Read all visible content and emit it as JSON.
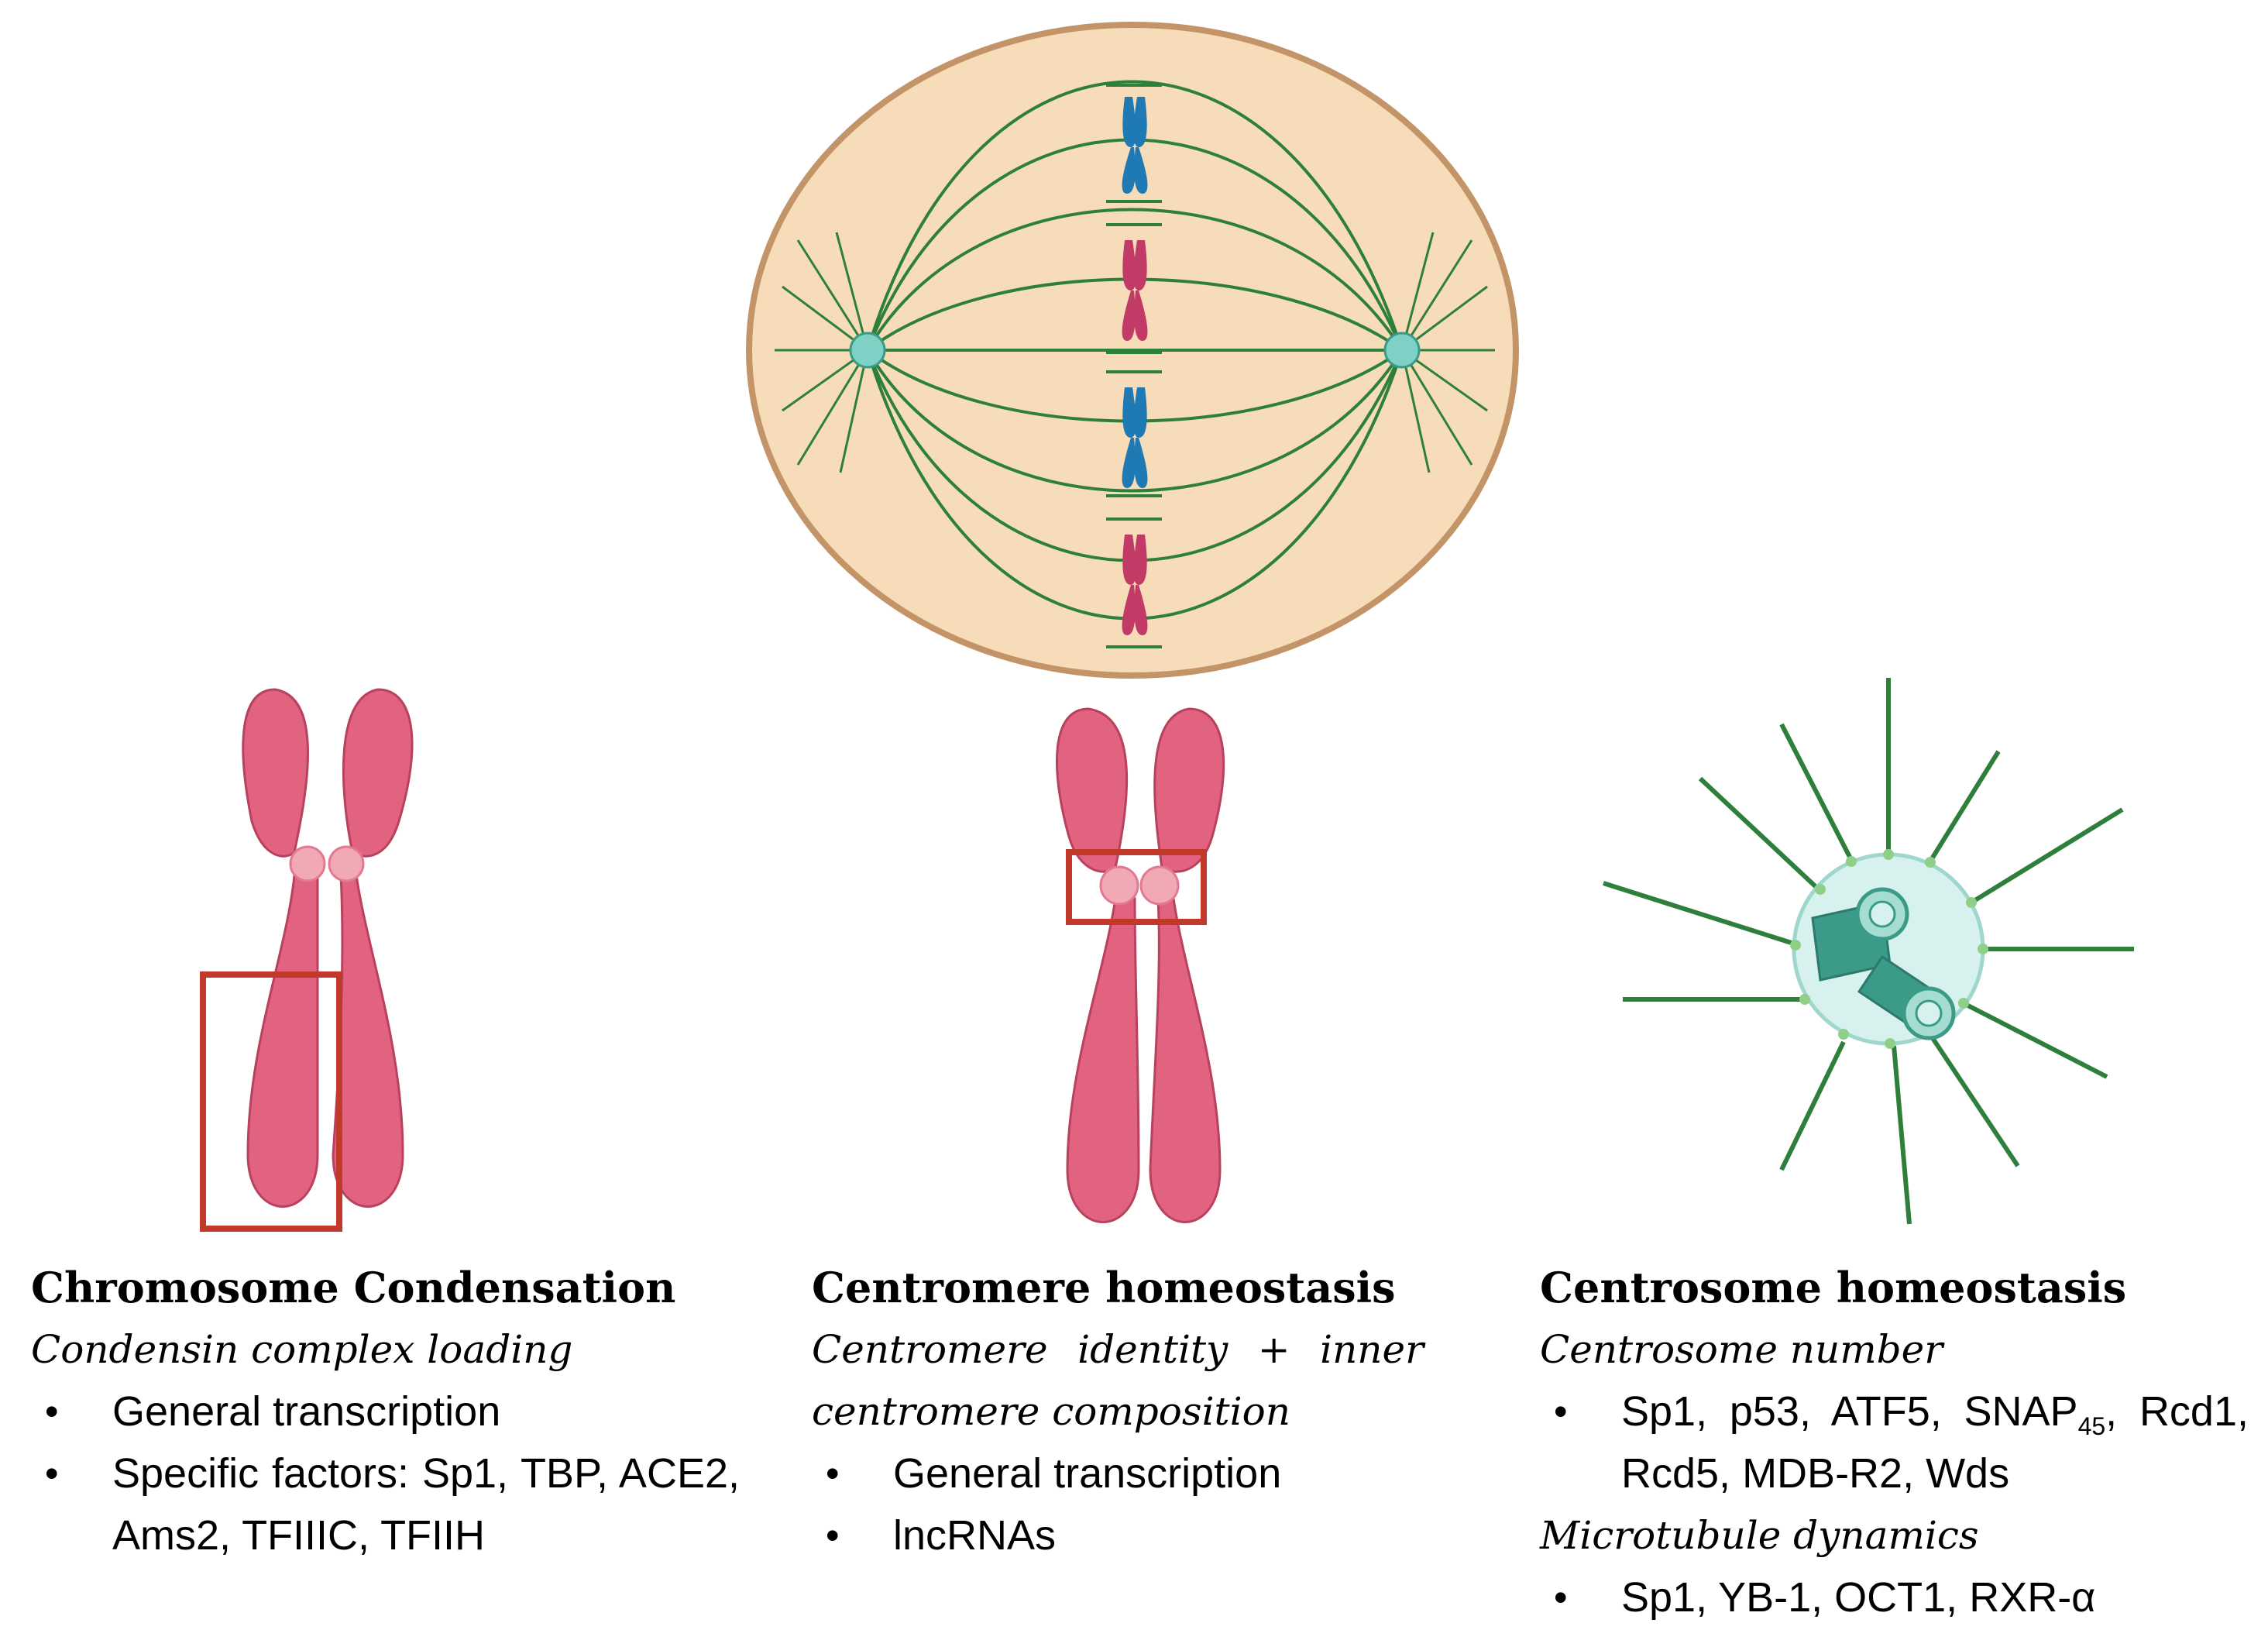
{
  "colors": {
    "cell_fill": "#f6dcb8",
    "cell_border": "#c39468",
    "spindle": "#2f7f3c",
    "chromosome": "#e2637f",
    "chromosome_blue": "#1f79b3",
    "chromosome_red": "#c23b66",
    "highlight_box": "#c0392b",
    "centrosome_fill": "#d7f1ef",
    "centriole": "#3b9b88"
  },
  "sections": [
    {
      "title": "Chromosome Condensation",
      "subsections": [
        {
          "heading": "Condensin complex loading",
          "items": [
            "General transcription",
            "Specific factors: Sp1, TBP, ACE2, Ams2, TFIIIC, TFIIH"
          ]
        }
      ]
    },
    {
      "title": "Centromere homeostasis",
      "subsections": [
        {
          "heading": "Centromere identity + inner centromere composition",
          "items": [
            "General transcription",
            "lncRNAs"
          ]
        }
      ]
    },
    {
      "title": "Centrosome homeostasis",
      "subsections": [
        {
          "heading": "Centrosome number",
          "items": []
        },
        {
          "heading": "Microtubule dynamics",
          "items": [
            "Sp1, YB-1, OCT1, RXR-α"
          ]
        }
      ],
      "special_item": {
        "main": "Sp1, p53, ATF5, SNAP",
        "subscript": "45",
        "rest": ", Rcd1, Rcd5, MDB-R2, Wds"
      }
    }
  ]
}
